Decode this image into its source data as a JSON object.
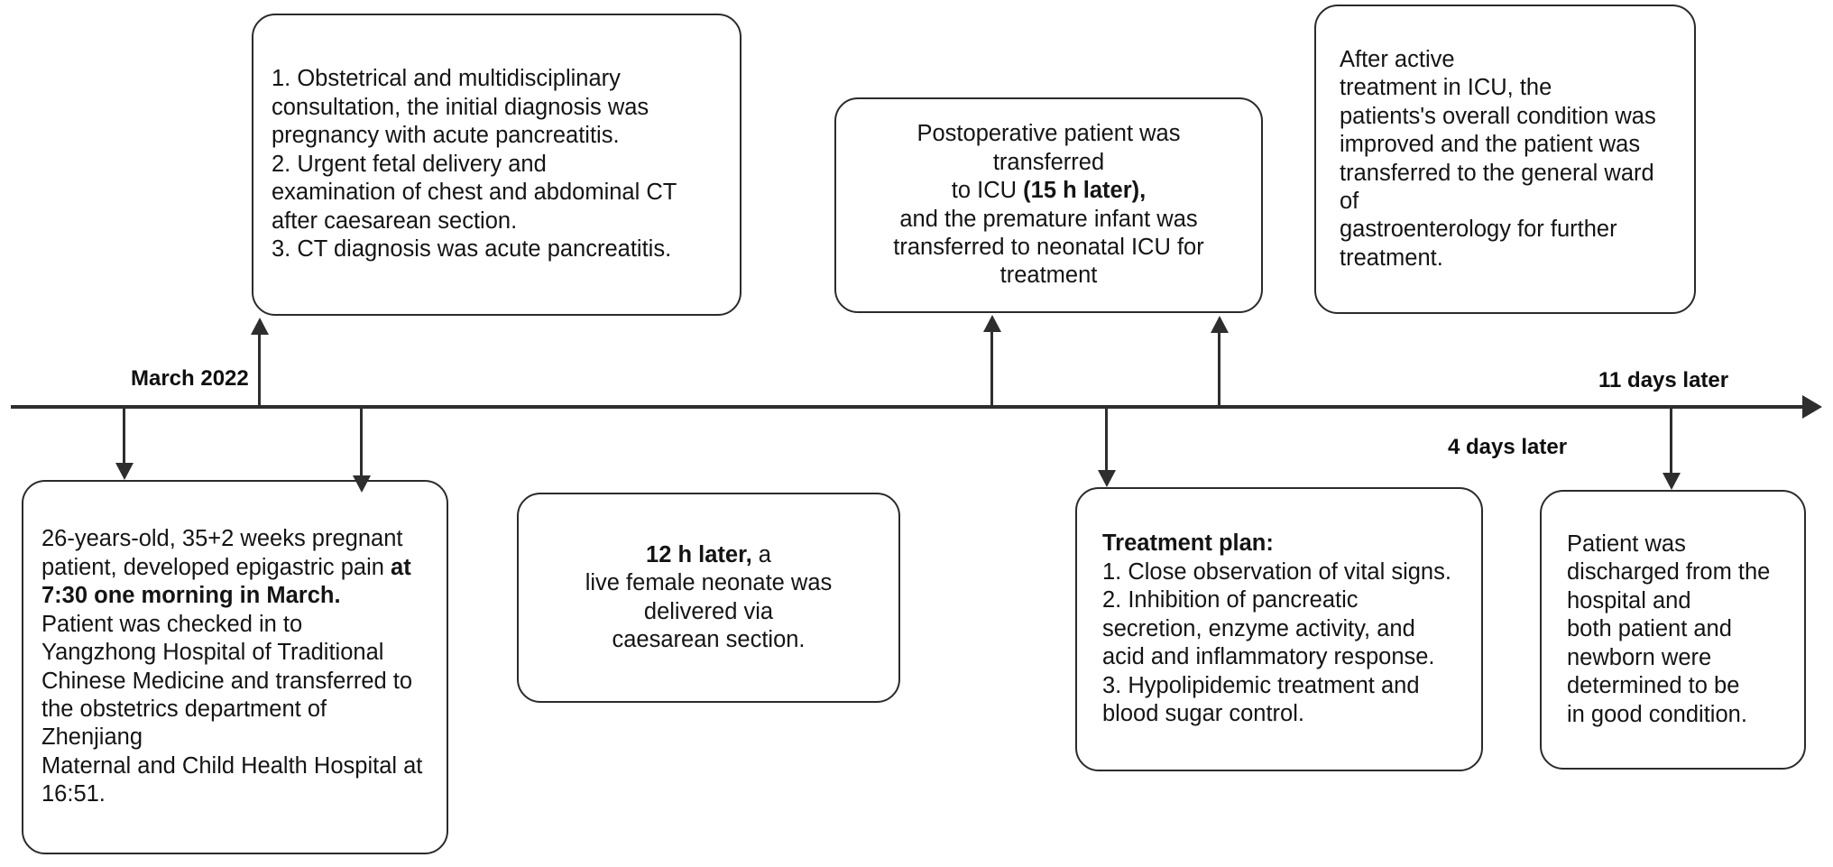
{
  "diagram": {
    "title": "Clinical case timeline of pregnancy with acute pancreatitis",
    "axis": {
      "orientation": "horizontal",
      "arrow_direction": "right",
      "labels": [
        {
          "id": "march-2022",
          "text": "March 2022",
          "side": "above"
        },
        {
          "id": "11-days-later",
          "text": "11 days later",
          "side": "above"
        },
        {
          "id": "4-days-later",
          "text": "4 days later",
          "side": "below"
        }
      ]
    },
    "boxes_above": [
      {
        "id": "initial-diagnosis",
        "align": "left",
        "lines": [
          {
            "segments": [
              {
                "text": "1. Obstetrical and multidisciplinary",
                "bold": false
              }
            ]
          },
          {
            "segments": [
              {
                "text": "consultation, the initial diagnosis was",
                "bold": false
              }
            ]
          },
          {
            "segments": [
              {
                "text": "pregnancy with acute pancreatitis.",
                "bold": false
              }
            ]
          },
          {
            "segments": [
              {
                "text": "2. Urgent fetal delivery and",
                "bold": false
              }
            ]
          },
          {
            "segments": [
              {
                "text": "examination of chest and abdominal CT",
                "bold": false
              }
            ]
          },
          {
            "segments": [
              {
                "text": "after caesarean section.",
                "bold": false
              }
            ]
          },
          {
            "segments": [
              {
                "text": "3. CT diagnosis was acute pancreatitis.",
                "bold": false
              }
            ]
          }
        ]
      },
      {
        "id": "icu-transfer",
        "align": "center",
        "lines": [
          {
            "segments": [
              {
                "text": "Postoperative patient was",
                "bold": false
              }
            ]
          },
          {
            "segments": [
              {
                "text": "transferred",
                "bold": false
              }
            ]
          },
          {
            "segments": [
              {
                "text": "to ICU ",
                "bold": false
              },
              {
                "text": "(15 h later),",
                "bold": true
              }
            ]
          },
          {
            "segments": [
              {
                "text": "and the premature infant was",
                "bold": false
              }
            ]
          },
          {
            "segments": [
              {
                "text": "transferred to neonatal ICU for",
                "bold": false
              }
            ]
          },
          {
            "segments": [
              {
                "text": "treatment",
                "bold": false
              }
            ]
          }
        ]
      },
      {
        "id": "icu-recovery",
        "align": "left",
        "lines": [
          {
            "segments": [
              {
                "text": "After active",
                "bold": false
              }
            ]
          },
          {
            "segments": [
              {
                "text": "treatment in ICU, the",
                "bold": false
              }
            ]
          },
          {
            "segments": [
              {
                "text": "patients's overall condition was",
                "bold": false
              }
            ]
          },
          {
            "segments": [
              {
                "text": "improved and the patient was",
                "bold": false
              }
            ]
          },
          {
            "segments": [
              {
                "text": "transferred to the general ward of",
                "bold": false
              }
            ]
          },
          {
            "segments": [
              {
                "text": "gastroenterology for further",
                "bold": false
              }
            ]
          },
          {
            "segments": [
              {
                "text": "treatment.",
                "bold": false
              }
            ]
          }
        ]
      }
    ],
    "boxes_below": [
      {
        "id": "presentation",
        "align": "left",
        "lines": [
          {
            "segments": [
              {
                "text": "26-years-old, 35+2 weeks pregnant",
                "bold": false
              }
            ]
          },
          {
            "segments": [
              {
                "text": "patient, developed epigastric pain ",
                "bold": false
              },
              {
                "text": "at",
                "bold": true
              }
            ]
          },
          {
            "segments": [
              {
                "text": "7:30 one morning in March.",
                "bold": true
              }
            ]
          },
          {
            "segments": [
              {
                "text": "Patient was checked in to",
                "bold": false
              }
            ]
          },
          {
            "segments": [
              {
                "text": "Yangzhong Hospital of Traditional",
                "bold": false
              }
            ]
          },
          {
            "segments": [
              {
                "text": "Chinese Medicine and transferred to",
                "bold": false
              }
            ]
          },
          {
            "segments": [
              {
                "text": "the obstetrics department of Zhenjiang",
                "bold": false
              }
            ]
          },
          {
            "segments": [
              {
                "text": "Maternal and Child Health Hospital at",
                "bold": false
              }
            ]
          },
          {
            "segments": [
              {
                "text": "16:51.",
                "bold": false
              }
            ]
          }
        ]
      },
      {
        "id": "delivery",
        "align": "center",
        "lines": [
          {
            "segments": [
              {
                "text": "12 h later,",
                "bold": true
              },
              {
                "text": " a",
                "bold": false
              }
            ]
          },
          {
            "segments": [
              {
                "text": "live female neonate was",
                "bold": false
              }
            ]
          },
          {
            "segments": [
              {
                "text": "delivered via",
                "bold": false
              }
            ]
          },
          {
            "segments": [
              {
                "text": "caesarean section.",
                "bold": false
              }
            ]
          }
        ]
      },
      {
        "id": "treatment-plan",
        "align": "left",
        "lines": [
          {
            "segments": [
              {
                "text": "Treatment plan:",
                "bold": true
              }
            ]
          },
          {
            "segments": [
              {
                "text": "1. Close observation of vital signs.",
                "bold": false
              }
            ]
          },
          {
            "segments": [
              {
                "text": "2. Inhibition of pancreatic",
                "bold": false
              }
            ]
          },
          {
            "segments": [
              {
                "text": "secretion, enzyme activity, and",
                "bold": false
              }
            ]
          },
          {
            "segments": [
              {
                "text": "acid and inflammatory response.",
                "bold": false
              }
            ]
          },
          {
            "segments": [
              {
                "text": "3. Hypolipidemic treatment and",
                "bold": false
              }
            ]
          },
          {
            "segments": [
              {
                "text": "blood sugar control.",
                "bold": false
              }
            ]
          }
        ]
      },
      {
        "id": "discharge",
        "align": "left",
        "lines": [
          {
            "segments": [
              {
                "text": "Patient was",
                "bold": false
              }
            ]
          },
          {
            "segments": [
              {
                "text": "discharged from the",
                "bold": false
              }
            ]
          },
          {
            "segments": [
              {
                "text": "hospital and",
                "bold": false
              }
            ]
          },
          {
            "segments": [
              {
                "text": "both patient and",
                "bold": false
              }
            ]
          },
          {
            "segments": [
              {
                "text": "newborn were",
                "bold": false
              }
            ]
          },
          {
            "segments": [
              {
                "text": "determined to be",
                "bold": false
              }
            ]
          },
          {
            "segments": [
              {
                "text": "in good condition.",
                "bold": false
              }
            ]
          }
        ]
      }
    ],
    "colors": {
      "line": "#2e2e2e",
      "box_border": "#2b2b2b",
      "text": "#141414",
      "background": "#ffffff"
    }
  }
}
